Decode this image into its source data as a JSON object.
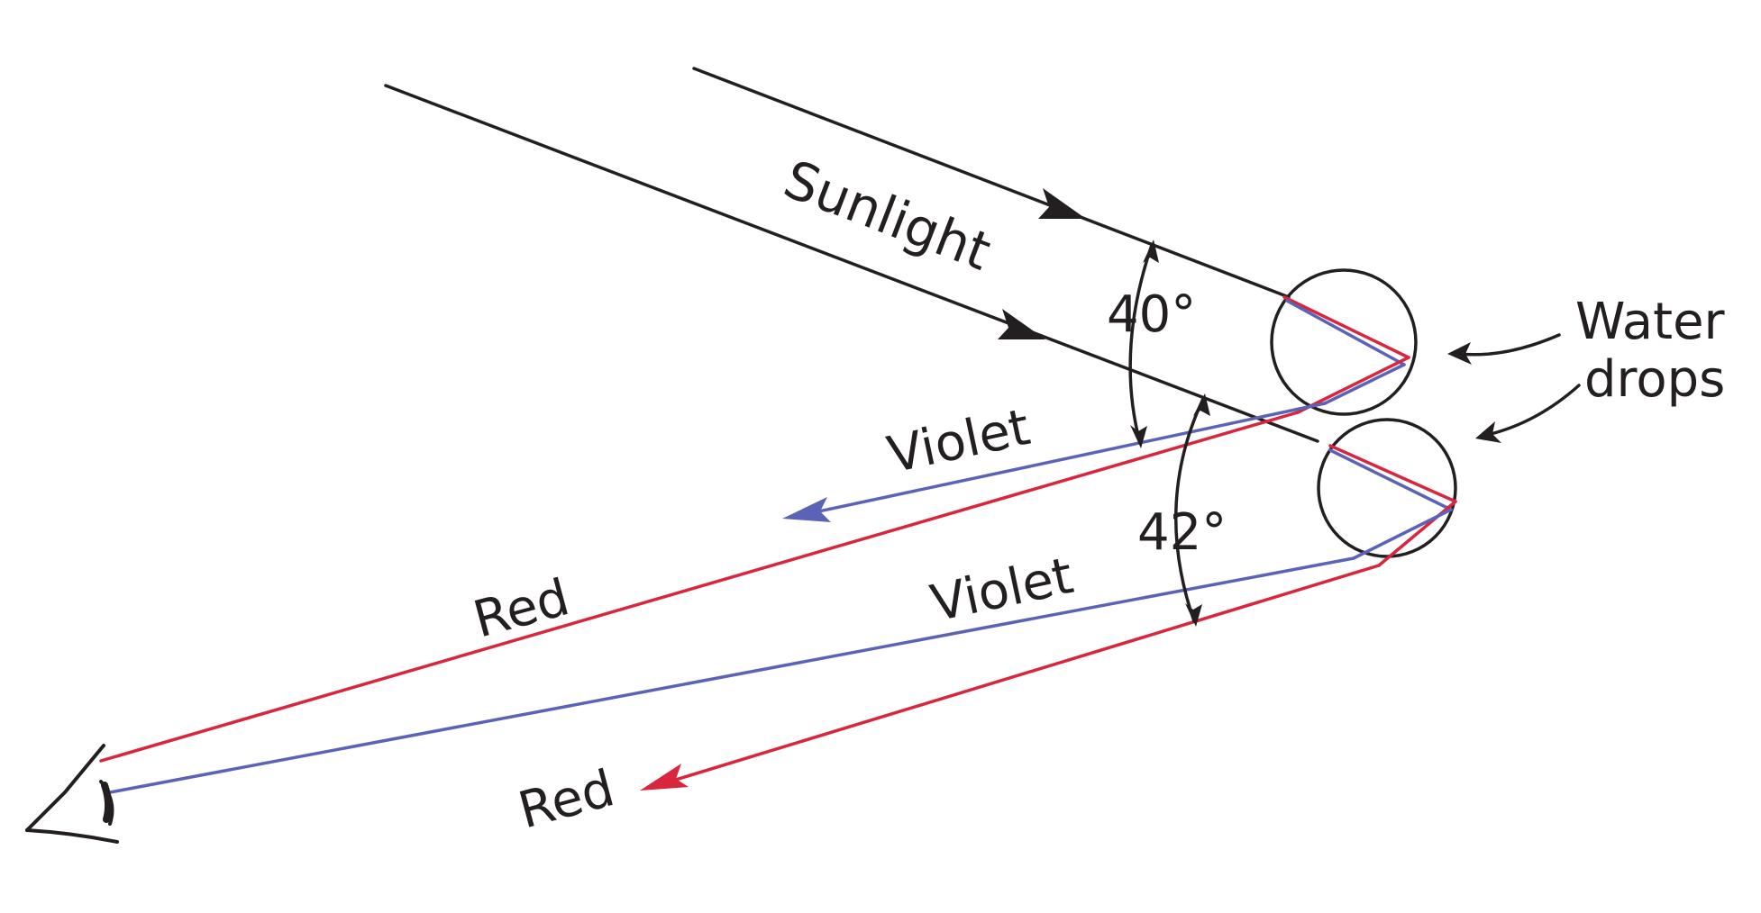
{
  "labels": {
    "sunlight": "Sunlight",
    "angle_upper": "40°",
    "angle_lower": "42°",
    "water": "Water",
    "drops": "drops",
    "violet_upper": "Violet",
    "violet_lower": "Violet",
    "red_upper": "Red",
    "red_lower": "Red"
  },
  "colors": {
    "ink": "#231f20",
    "red": "#d7263d",
    "violet": "#5b63b7",
    "background": "#ffffff"
  },
  "icons": {
    "observer": "eye-icon"
  }
}
